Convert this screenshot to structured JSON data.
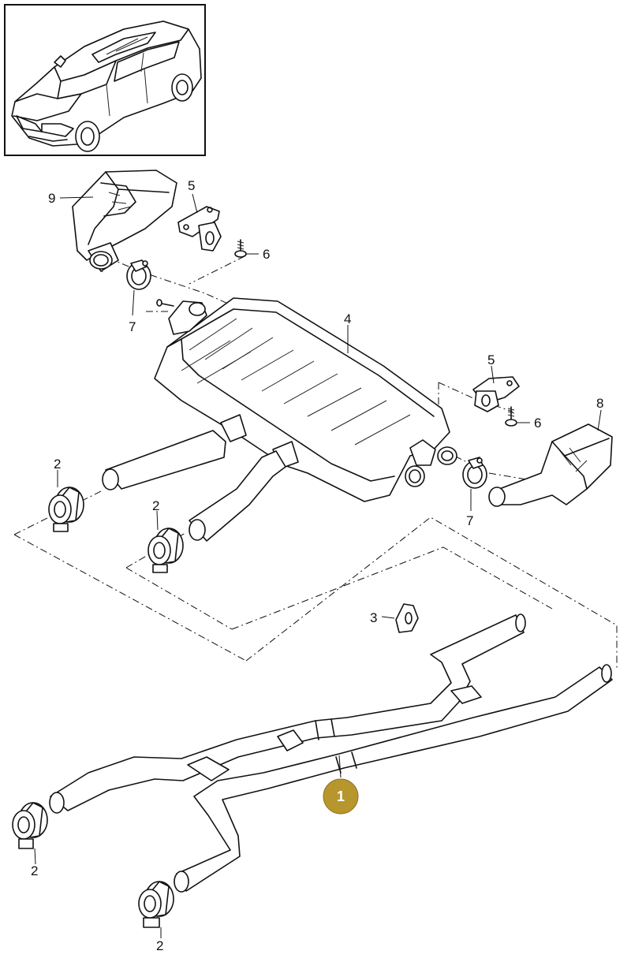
{
  "callouts": {
    "c1": "1",
    "c2a": "2",
    "c2b": "2",
    "c2c": "2",
    "c2d": "2",
    "c3": "3",
    "c4": "4",
    "c5a": "5",
    "c5b": "5",
    "c6a": "6",
    "c6b": "6",
    "c7a": "7",
    "c7b": "7",
    "c8": "8",
    "c9": "9"
  },
  "colors": {
    "highlight_badge": "#b8962e",
    "line": "#111111",
    "background": "#ffffff"
  }
}
